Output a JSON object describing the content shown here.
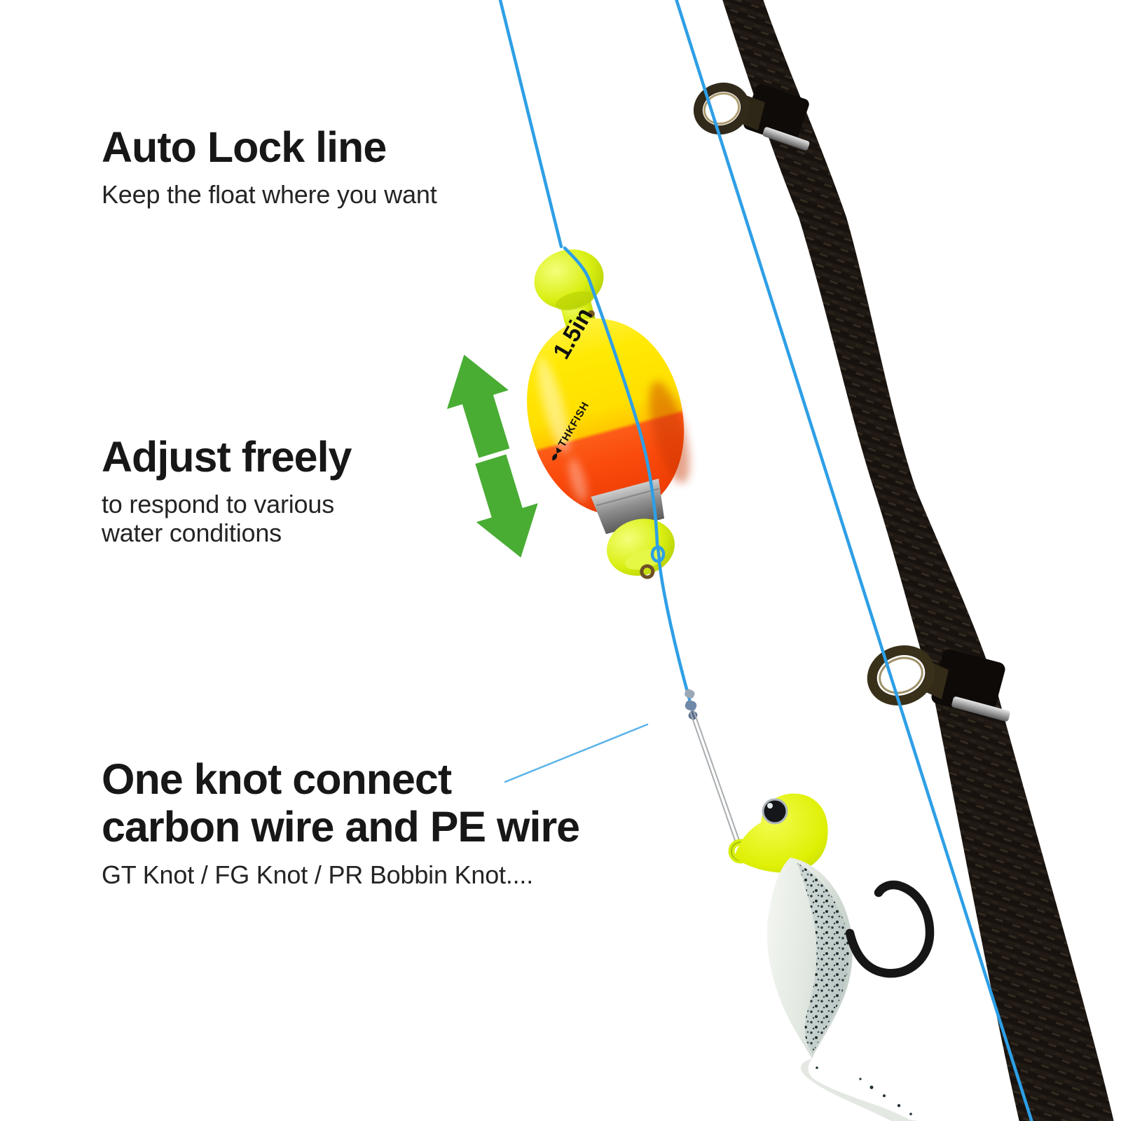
{
  "annotations": {
    "auto_lock": {
      "title": "Auto Lock line",
      "subtitle": "Keep the float where you want"
    },
    "adjust": {
      "title": "Adjust freely",
      "subtitle_line1": "to respond to various",
      "subtitle_line2": "water conditions"
    },
    "one_knot": {
      "title_line1": "One knot connect",
      "title_line2": "carbon wire and PE wire",
      "subtitle": "GT Knot / FG Knot / PR Bobbin Knot...."
    }
  },
  "float": {
    "size_label": "1.5in",
    "brand_label": "THKFISH"
  },
  "colors": {
    "heading_text": "#171717",
    "body_text": "#242424",
    "arrow_green": "#49AD34",
    "line_blue": "#2E9FE6",
    "callout_blue": "#5BB3E9",
    "float_yellow": "#FFE903",
    "float_orange": "#FA4D0E",
    "float_chartreuse": "#D6EF0F",
    "float_band": "#A5A5A5",
    "rod_dark": "#171310",
    "wire_gray": "#A9ADB0",
    "hook_black": "#161616",
    "bait_base": "#EDF0EC"
  }
}
